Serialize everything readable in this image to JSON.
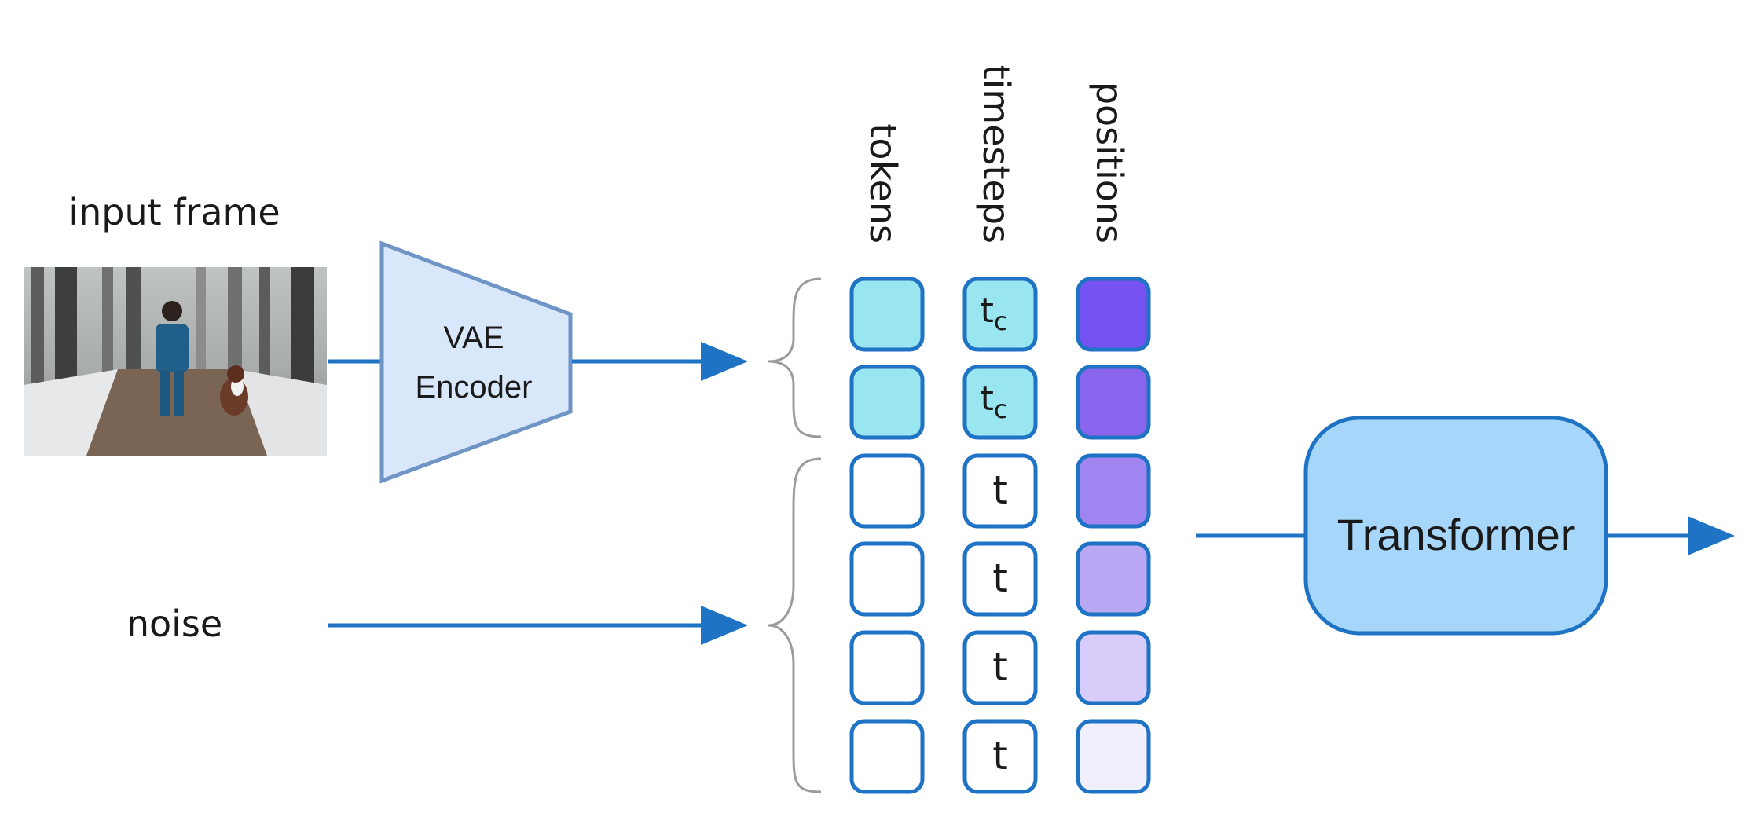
{
  "labels": {
    "input_frame": "input frame",
    "noise": "noise",
    "tokens": "tokens",
    "timesteps": "timesteps",
    "positions": "positions"
  },
  "encoder": {
    "line1": "VAE",
    "line2": "Encoder"
  },
  "transformer": {
    "label": "Transformer"
  },
  "image": {
    "description_icon": "photo-child-dog-forest"
  },
  "rows": [
    {
      "group": "condition",
      "token_fill": "#9ae6f0",
      "timestep_fill": "#9ae6f0",
      "timestep_main": "t",
      "timestep_sub": "c",
      "position_fill": "#7752f2"
    },
    {
      "group": "condition",
      "token_fill": "#9ae6f0",
      "timestep_fill": "#9ae6f0",
      "timestep_main": "t",
      "timestep_sub": "c",
      "position_fill": "#8964ec"
    },
    {
      "group": "noise",
      "token_fill": "#ffffff",
      "timestep_fill": "#ffffff",
      "timestep_main": "t",
      "timestep_sub": "",
      "position_fill": "#a084f0"
    },
    {
      "group": "noise",
      "token_fill": "#ffffff",
      "timestep_fill": "#ffffff",
      "timestep_main": "t",
      "timestep_sub": "",
      "position_fill": "#bba8f5"
    },
    {
      "group": "noise",
      "token_fill": "#ffffff",
      "timestep_fill": "#ffffff",
      "timestep_main": "t",
      "timestep_sub": "",
      "position_fill": "#d8ccfa"
    },
    {
      "group": "noise",
      "token_fill": "#ffffff",
      "timestep_fill": "#ffffff",
      "timestep_main": "t",
      "timestep_sub": "",
      "position_fill": "#f1eefd"
    }
  ],
  "colors": {
    "arrow": "#1f73c4",
    "cell_stroke": "#1f73c4",
    "encoder_fill": "#d8e7fa",
    "encoder_stroke": "#6f94c6",
    "transformer_fill": "#a6d7fa",
    "transformer_stroke": "#1f73c4",
    "brace": "#9b9b9b"
  }
}
